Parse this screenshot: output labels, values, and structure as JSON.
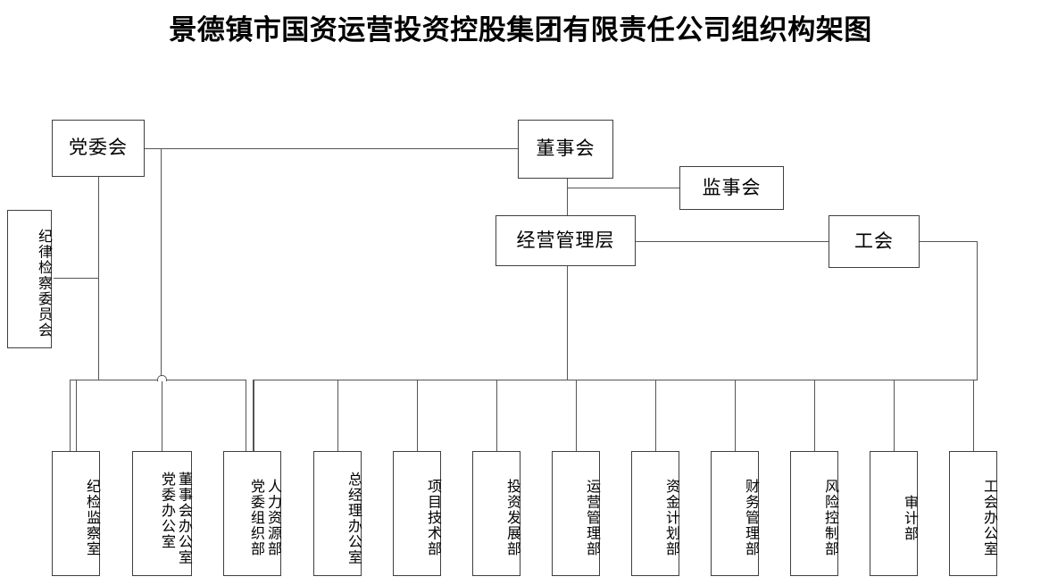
{
  "title": "景德镇市国资运营投资控股集团有限责任公司组织构架图",
  "nodes": {
    "party_committee": {
      "label": "党委会"
    },
    "discipline_committee": {
      "label": "纪律检察委员会"
    },
    "board_of_directors": {
      "label": "董事会"
    },
    "board_of_supervisors": {
      "label": "监事会"
    },
    "management": {
      "label": "经营管理层"
    },
    "labor_union": {
      "label": "工会"
    }
  },
  "departments": [
    {
      "label": "纪检监察室"
    },
    {
      "label": "董事会办公室",
      "label2": "党委办公室"
    },
    {
      "label": "人力资源部",
      "label2": "党委组织部"
    },
    {
      "label": "总经理办公室"
    },
    {
      "label": "项目技术部"
    },
    {
      "label": "投资发展部"
    },
    {
      "label": "运营管理部"
    },
    {
      "label": "资金计划部"
    },
    {
      "label": "财务管理部"
    },
    {
      "label": "风险控制部"
    },
    {
      "label": "审计部"
    },
    {
      "label": "工会办公室"
    }
  ],
  "colors": {
    "border": "#3f3f3f",
    "line": "#555555",
    "background": "#ffffff",
    "text": "#000000"
  }
}
